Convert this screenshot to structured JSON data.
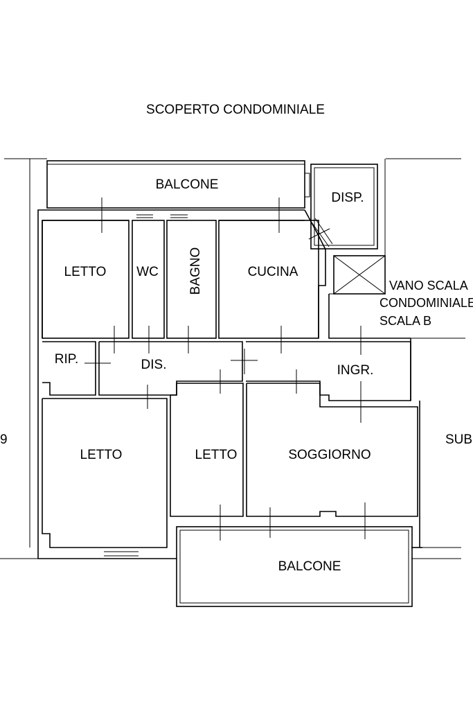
{
  "labels": {
    "common_outdoor": "SCOPERTO CONDOMINIALE",
    "balcony_top": "BALCONE",
    "storage": "DISP.",
    "bedroom_1": "LETTO",
    "wc": "WC",
    "bathroom": "BAGNO",
    "kitchen": "CUCINA",
    "stair_line_1": "VANO SCALA",
    "stair_line_2": "CONDOMINIALE",
    "stair_line_3": "SCALA B",
    "closet": "RIP.",
    "hallway": "DIS.",
    "entrance": "INGR.",
    "bedroom_2": "LETTO",
    "bedroom_3": "LETTO",
    "living_room": "SOGGIORNO",
    "balcony_bottom": "BALCONE",
    "left_edge": "9",
    "right_edge": "SUB"
  }
}
